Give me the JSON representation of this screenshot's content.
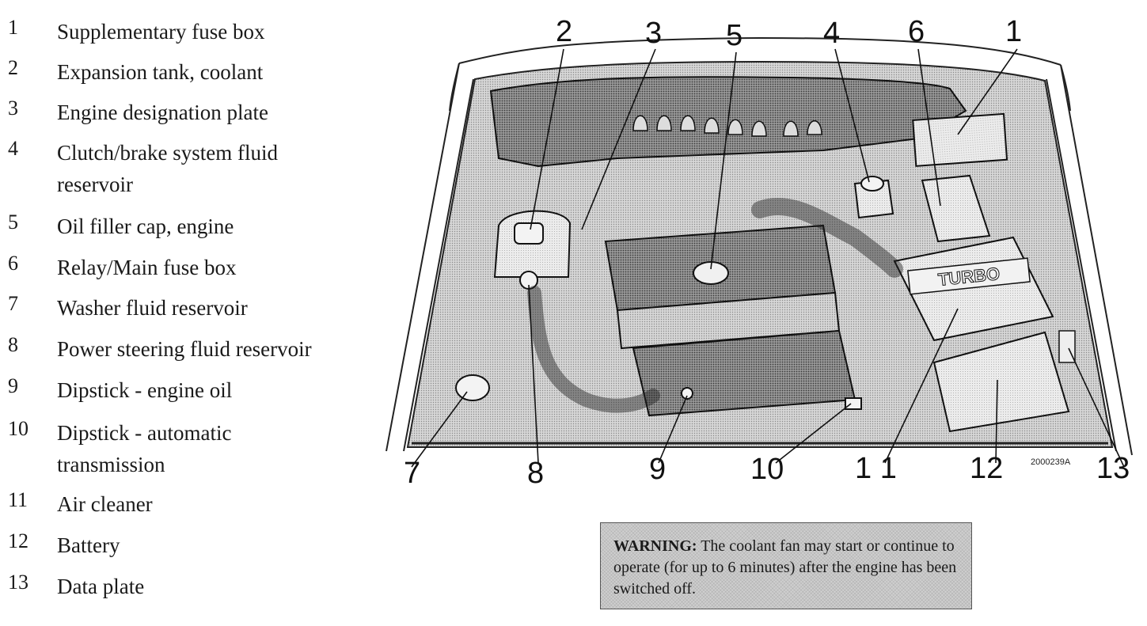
{
  "legend": [
    {
      "num": "1",
      "text": "Supplementary fuse box"
    },
    {
      "num": "2",
      "text": "Expansion tank, coolant"
    },
    {
      "num": "3",
      "text": "Engine designation plate"
    },
    {
      "num": "4",
      "text": "Clutch/brake system fluid reservoir"
    },
    {
      "num": "5",
      "text": "Oil filler cap, engine"
    },
    {
      "num": "6",
      "text": "Relay/Main fuse box"
    },
    {
      "num": "7",
      "text": "Washer fluid reservoir"
    },
    {
      "num": "8",
      "text": "Power steering fluid reservoir"
    },
    {
      "num": "9",
      "text": "Dipstick - engine oil"
    },
    {
      "num": "10",
      "text": "Dipstick - automatic transmission"
    },
    {
      "num": "11",
      "text": "Air cleaner"
    },
    {
      "num": "12",
      "text": "Battery"
    },
    {
      "num": "13",
      "text": "Data plate"
    }
  ],
  "diagram": {
    "callouts_top": [
      "2",
      "3",
      "5",
      "4",
      "6",
      "1"
    ],
    "callouts_bottom": [
      "7",
      "8",
      "9",
      "10",
      "1 1",
      "12",
      "13"
    ],
    "figure_code": "2000239A",
    "plate_text": "TURBO"
  },
  "warning": {
    "label": "WARNING:",
    "text": " The coolant fan may start or continue to operate (for up to 6 minutes) after the engine has been switched off."
  }
}
